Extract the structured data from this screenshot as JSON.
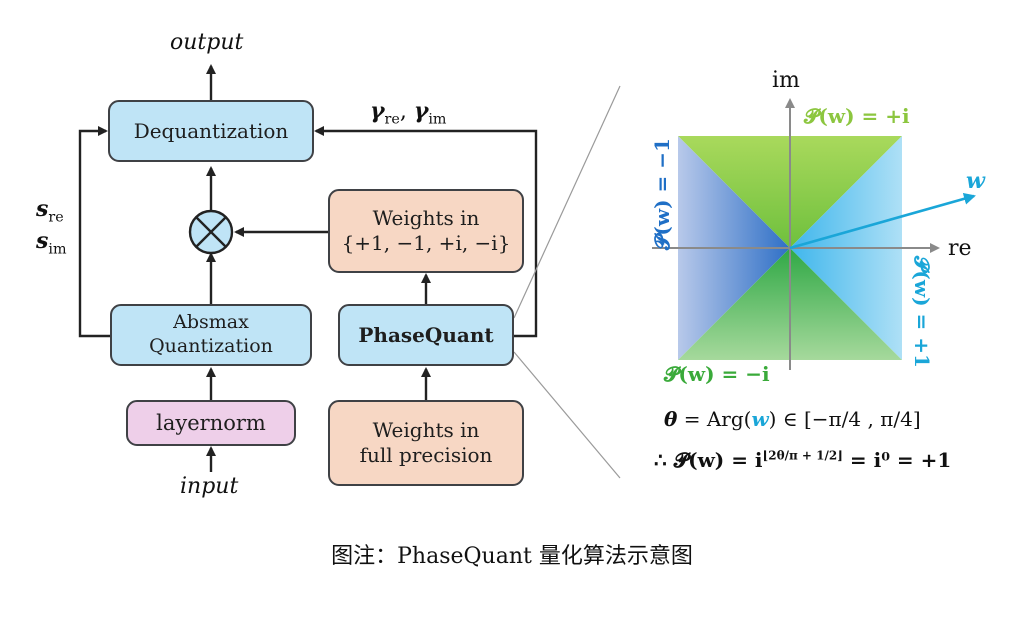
{
  "flow": {
    "output_label": "output",
    "input_label": "input",
    "dequantization_label": "Dequantization",
    "absmax_line1": "Absmax",
    "absmax_line2": "Quantization",
    "layernorm_label": "layernorm",
    "phasequant_label": "PhaseQuant",
    "weights_ternary_line1": "Weights in",
    "weights_ternary_line2": "{+1, −1, +i, −i}",
    "weights_full_line1": "Weights in",
    "weights_full_line2": "full precision",
    "s_re": "s",
    "s_re_sub": "re",
    "s_im": "s",
    "s_im_sub": "im",
    "gamma_label": "γ",
    "gamma_re_sub": "re",
    "gamma_comma": ", ",
    "gamma_im_sub": "im",
    "multiply_symbol": "⊗"
  },
  "plane": {
    "axis_im": "im",
    "axis_re": "re",
    "w_label": "w",
    "label_plus_i": "𝓟(w) = +i",
    "label_minus_i": "𝓟(w) = −i",
    "label_minus_1": "𝓟(w) = −1",
    "label_plus_1": "𝓟(w) = +1",
    "colors": {
      "top": "#8ccf4a",
      "left": "#2e72c8",
      "right": "#5fc6ef",
      "bottom": "#3aae45",
      "arrow": "#1aa6d8"
    }
  },
  "formulas": {
    "theta_lhs": "θ",
    "theta_mid": " = Arg(",
    "theta_w": "w",
    "theta_rhs": ") ∈ [−π/4 , π/4]",
    "therefore": "∴ 𝓟(w) = i",
    "exponent": "⌊2θ/π + 1/2⌋",
    "result": " = i⁰ = +1"
  },
  "caption": "图注：PhaseQuant 量化算法示意图"
}
